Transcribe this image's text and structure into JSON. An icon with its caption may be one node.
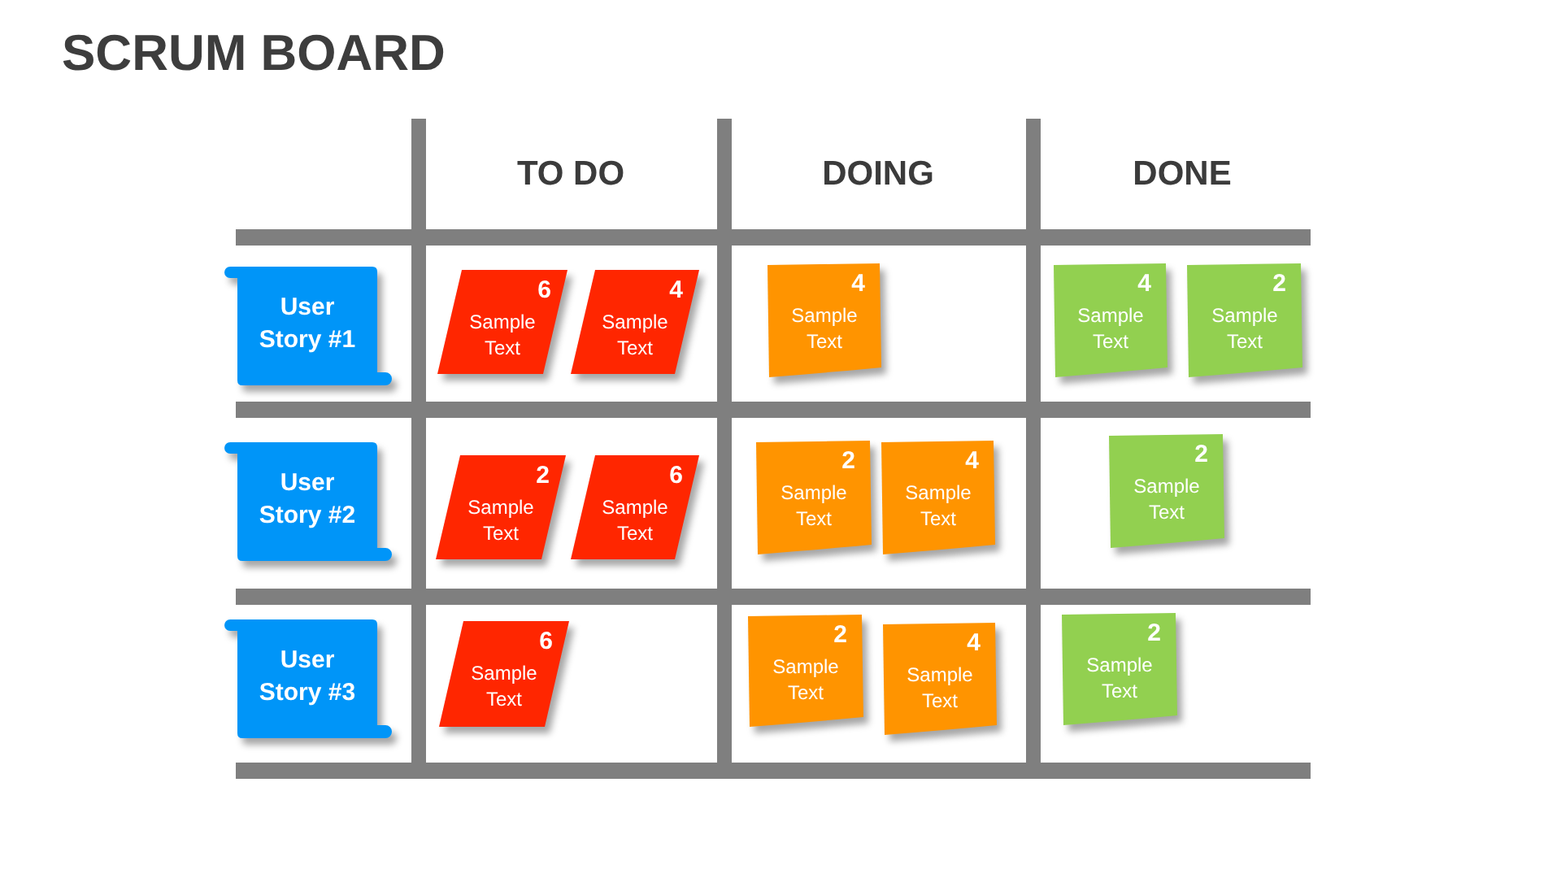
{
  "diagram": {
    "title": "SCRUM BOARD",
    "nodes": [
      {
        "text": [
          "User Story #1"
        ]
      },
      {
        "text": [
          "6",
          "Sample Text"
        ]
      },
      {
        "text": [
          "4",
          "Sample Text"
        ]
      },
      {
        "text": [
          "4",
          "Sample Text"
        ]
      },
      {
        "text": [
          "4",
          "Sample Text"
        ]
      },
      {
        "text": [
          "2",
          "Sample Text"
        ]
      },
      {
        "text": [
          "User Story #2"
        ]
      },
      {
        "text": [
          "2",
          "Sample Text"
        ]
      },
      {
        "text": [
          "6",
          "Sample Text"
        ]
      },
      {
        "text": [
          "2",
          "Sample Text"
        ]
      },
      {
        "text": [
          "4",
          "Sample Text"
        ]
      },
      {
        "text": [
          "2",
          "Sample Text"
        ]
      },
      {
        "text": [
          "User Story #3"
        ]
      },
      {
        "text": [
          "6",
          "Sample Text"
        ]
      },
      {
        "text": [
          "2",
          "Sample Text"
        ]
      },
      {
        "text": [
          "4",
          "Sample Text"
        ]
      },
      {
        "text": [
          "2",
          "Sample Text"
        ]
      }
    ],
    "labels": [
      "TO DO",
      "DOING",
      "DONE"
    ]
  }
}
